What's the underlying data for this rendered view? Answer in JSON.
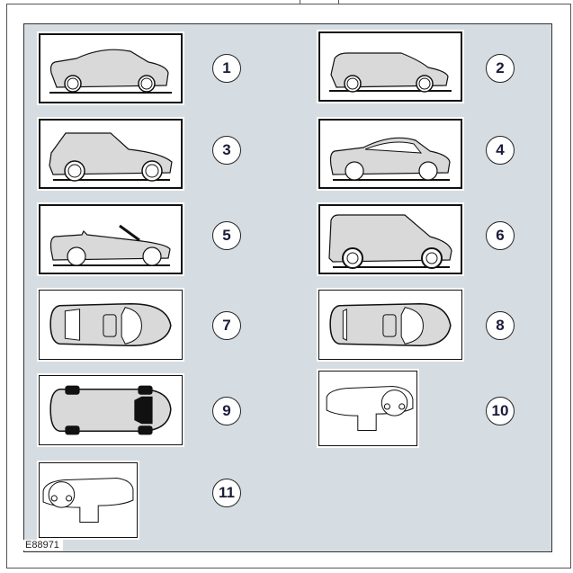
{
  "figure": {
    "id_label": "E88971",
    "colors": {
      "panel_bg": "#d6dde2",
      "car_fill": "#d9d9d9",
      "outline": "#111111"
    }
  },
  "items": [
    {
      "number": "1",
      "icon": "sedan-side-view-icon"
    },
    {
      "number": "2",
      "icon": "estate-wagon-side-view-icon"
    },
    {
      "number": "3",
      "icon": "suv-side-view-icon"
    },
    {
      "number": "4",
      "icon": "coupe-side-view-icon"
    },
    {
      "number": "5",
      "icon": "convertible-side-view-icon"
    },
    {
      "number": "6",
      "icon": "van-side-view-icon"
    },
    {
      "number": "7",
      "icon": "sedan-top-view-icon"
    },
    {
      "number": "8",
      "icon": "hatchback-top-view-icon"
    },
    {
      "number": "9",
      "icon": "chassis-underbody-view-icon"
    },
    {
      "number": "10",
      "icon": "dashboard-rhd-icon"
    },
    {
      "number": "11",
      "icon": "dashboard-lhd-icon"
    }
  ]
}
